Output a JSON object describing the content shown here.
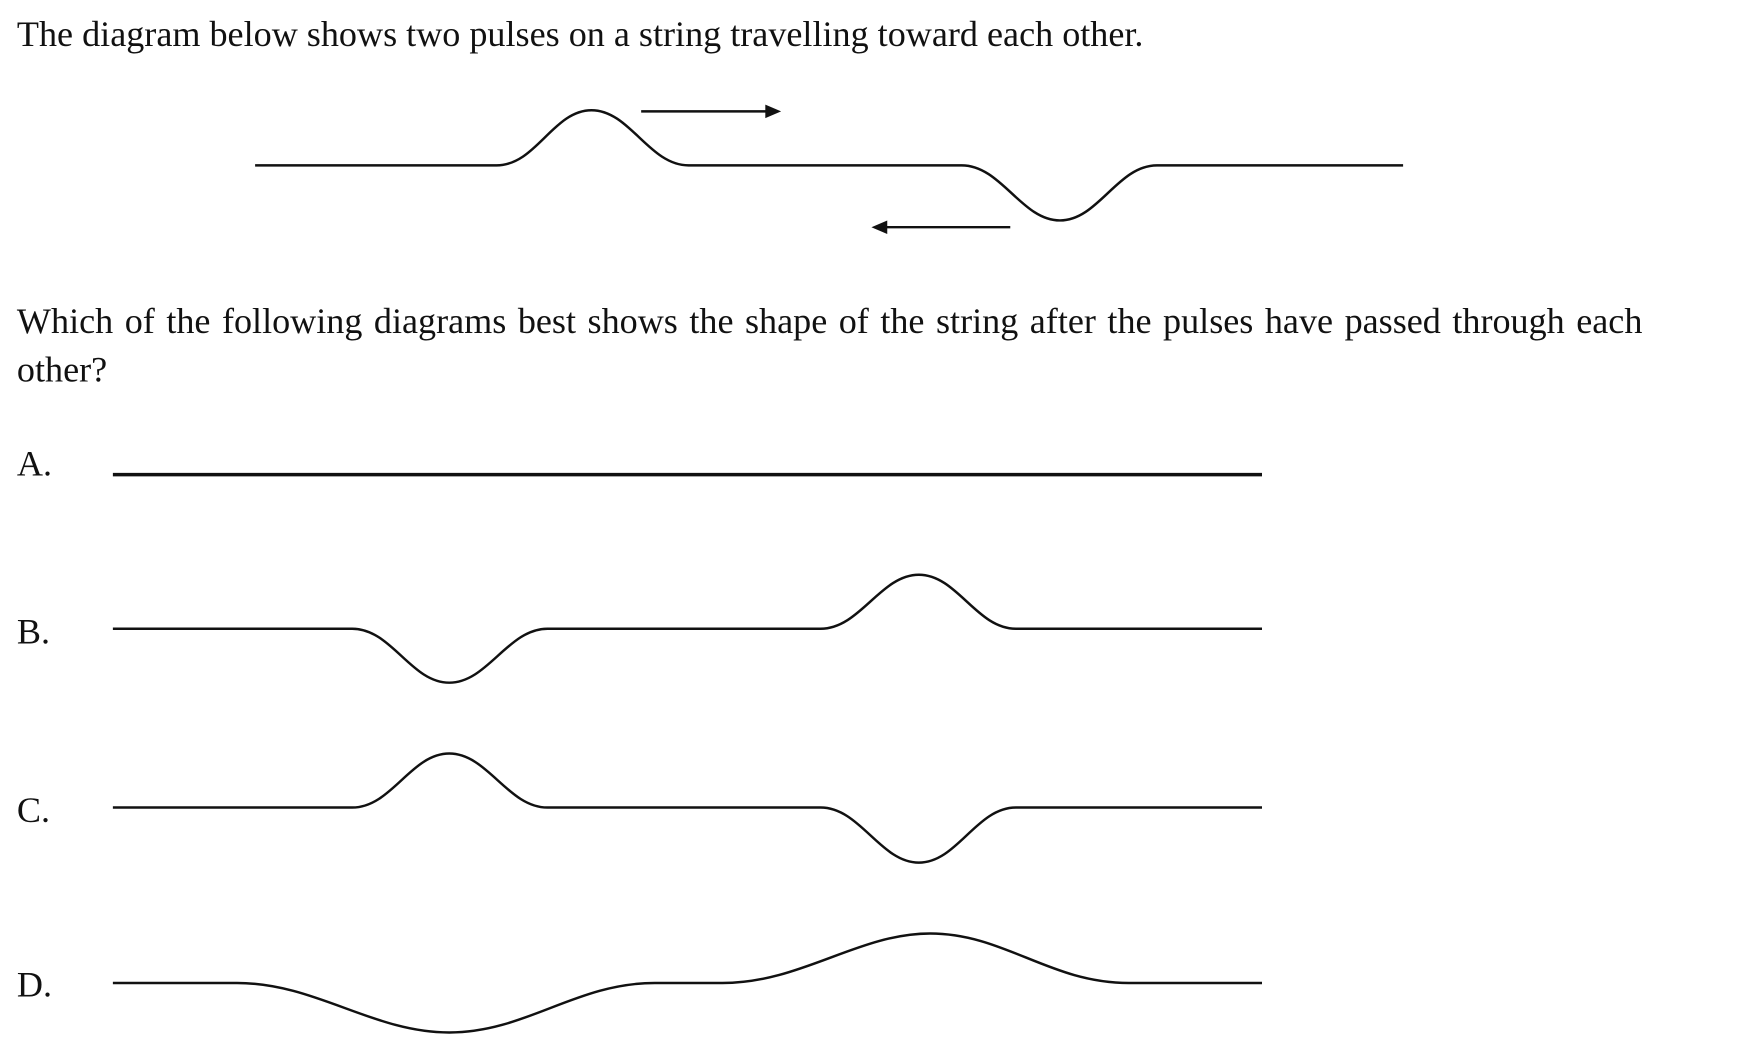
{
  "intro": "The diagram below shows two pulses on a string travelling toward each other.",
  "question": "Which of the following diagrams best shows the shape of the string after the pulses have passed through each other?",
  "options": [
    {
      "label": "A."
    },
    {
      "label": "B."
    },
    {
      "label": "C."
    },
    {
      "label": "D."
    }
  ]
}
